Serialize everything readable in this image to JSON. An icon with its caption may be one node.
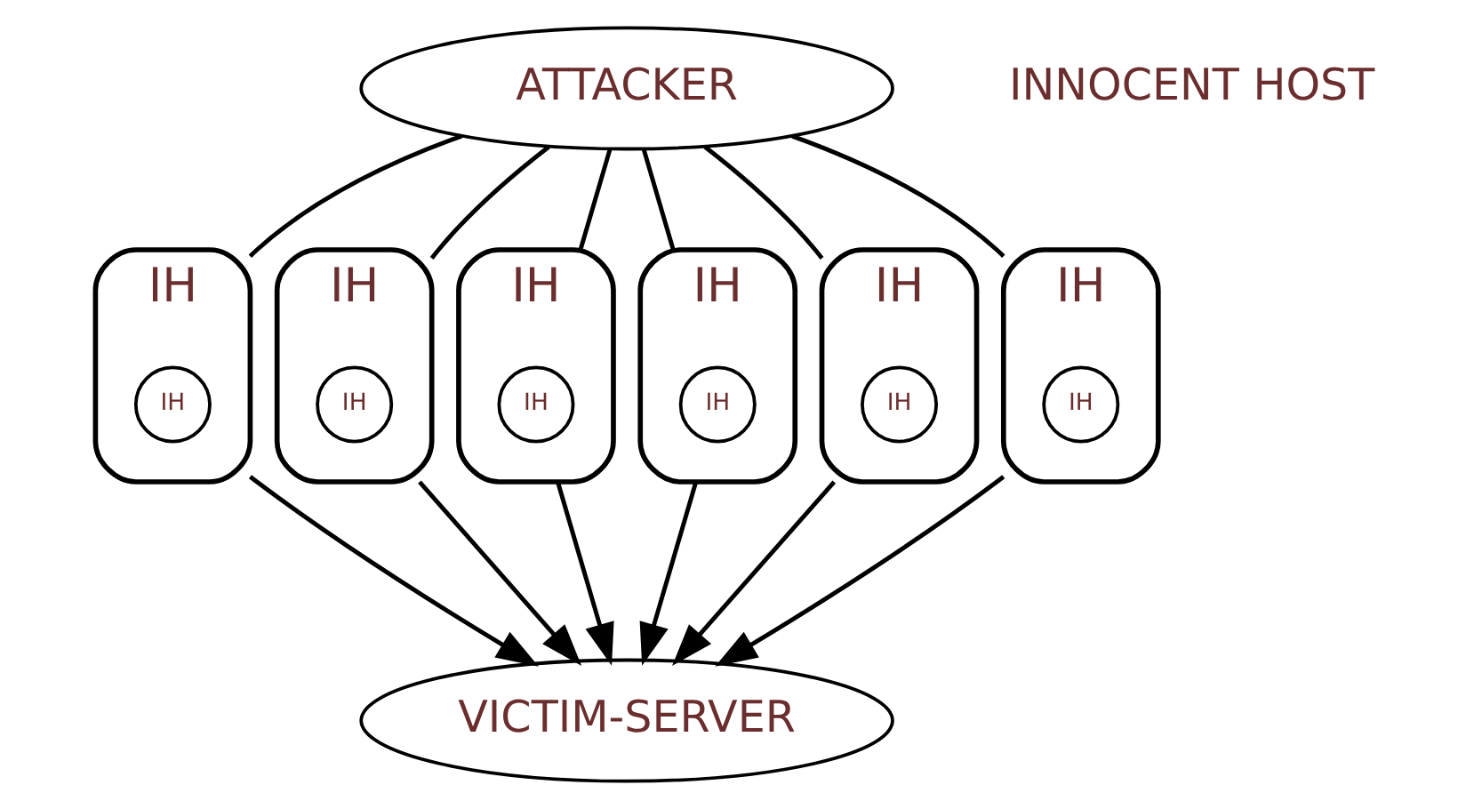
{
  "diagram": {
    "nodes": [
      {
        "text": [
          "ATTACKER"
        ]
      },
      {
        "text": [
          "IH"
        ]
      },
      {
        "text": [
          "IH"
        ],
        "in": 1
      },
      {
        "text": [
          "IH"
        ]
      },
      {
        "text": [
          "IH"
        ],
        "in": 3
      },
      {
        "text": [
          "IH"
        ]
      },
      {
        "text": [
          "IH"
        ],
        "in": 5
      },
      {
        "text": [
          "IH"
        ]
      },
      {
        "text": [
          "IH"
        ],
        "in": 7
      },
      {
        "text": [
          "IH"
        ]
      },
      {
        "text": [
          "IH"
        ],
        "in": 9
      },
      {
        "text": [
          "IH"
        ]
      },
      {
        "text": [
          "IH"
        ],
        "in": 11
      },
      {
        "text": [
          "VICTIM-SERVER"
        ]
      }
    ],
    "edges": [
      {
        "from": 0,
        "to": 1,
        "arrow": "none"
      },
      {
        "from": 0,
        "to": 3,
        "arrow": "none"
      },
      {
        "from": 0,
        "to": 5,
        "arrow": "none"
      },
      {
        "from": 0,
        "to": 7,
        "arrow": "none"
      },
      {
        "from": 0,
        "to": 9,
        "arrow": "none"
      },
      {
        "from": 0,
        "to": 11,
        "arrow": "none"
      },
      {
        "from": 1,
        "to": 13,
        "arrow": "to"
      },
      {
        "from": 3,
        "to": 13,
        "arrow": "to"
      },
      {
        "from": 5,
        "to": 13,
        "arrow": "to"
      },
      {
        "from": 7,
        "to": 13,
        "arrow": "to"
      },
      {
        "from": 9,
        "to": 13,
        "arrow": "to"
      },
      {
        "from": 11,
        "to": 13,
        "arrow": "to"
      }
    ],
    "labels": [
      "INNOCENT HOST"
    ]
  }
}
